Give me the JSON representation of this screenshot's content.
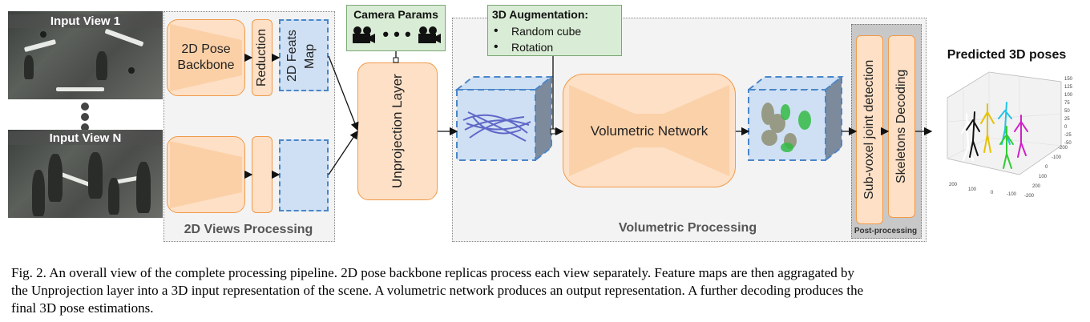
{
  "views": {
    "view1_label": "Input View 1",
    "viewN_label": "Input View N"
  },
  "views_processing": {
    "panel_label": "2D Views Processing",
    "backbone_label": "2D Pose Backbone",
    "reduction_label": "Reduction",
    "feats_label": "2D Feats Map"
  },
  "camera": {
    "title": "Camera Params",
    "dots": "• • •"
  },
  "unprojection": {
    "label": "Unprojection Layer"
  },
  "augmentation": {
    "title": "3D Augmentation:",
    "items": [
      "Random cube",
      "Rotation"
    ],
    "bullet": "•"
  },
  "volumetric": {
    "panel_label": "Volumetric Processing",
    "network_label": "Volumetric Network"
  },
  "post": {
    "panel_label": "Post-processing",
    "subvoxel_label": "Sub-voxel joint detection",
    "skeleton_label": "Skeletons Decoding"
  },
  "output": {
    "title": "Predicted 3D poses",
    "z_ticks": [
      "150",
      "125",
      "100",
      "75",
      "50",
      "25",
      "0",
      "-25",
      "-50"
    ],
    "y_ticks": [
      "-200",
      "-100",
      "0",
      "100",
      "200"
    ],
    "x_ticks": [
      "200",
      "100",
      "0",
      "-100",
      "-200"
    ],
    "colors": {
      "white": "#ffffff",
      "black": "#111111",
      "yellow": "#e6c200",
      "cyan": "#22c3e6",
      "green": "#33cc33",
      "magenta": "#d020c8"
    }
  },
  "caption": {
    "line1": "Fig. 2.  An overall view of the complete processing pipeline. 2D pose backbone replicas process each view separately. Feature maps are then aggragated by",
    "line2": "the Unprojection layer into a 3D input representation of the scene. A volumetric network produces an output representation. A further decoding produces the",
    "line3": "final 3D pose estimations."
  }
}
